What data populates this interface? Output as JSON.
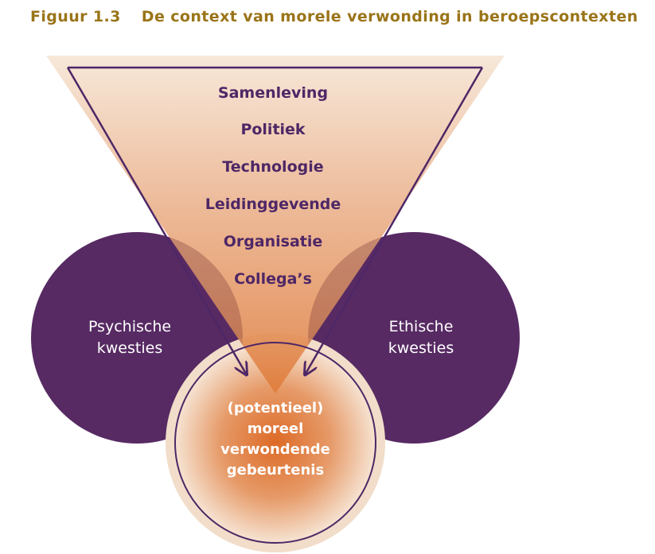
{
  "figure": {
    "number": "Figuur 1.3",
    "title": "De context van morele verwonding in beroepscontexten"
  },
  "funnel": {
    "levels": [
      "Samenleving",
      "Politiek",
      "Technologie",
      "Leidinggevende",
      "Organisatie",
      "Collega’s"
    ]
  },
  "left_circle": {
    "line1": "Psychische",
    "line2": "kwesties"
  },
  "right_circle": {
    "line1": "Ethische",
    "line2": "kwesties"
  },
  "center": {
    "lines": [
      "(potentieel)",
      "moreel",
      "verwondende",
      "gebeurtenis"
    ]
  },
  "colors": {
    "title": "#9a7418",
    "purple": "#572a63",
    "funnel_text": "#4e2766",
    "funnel_top": "#f4dcc5",
    "funnel_bottom": "#df7b3a",
    "outline": "#4e2766"
  }
}
